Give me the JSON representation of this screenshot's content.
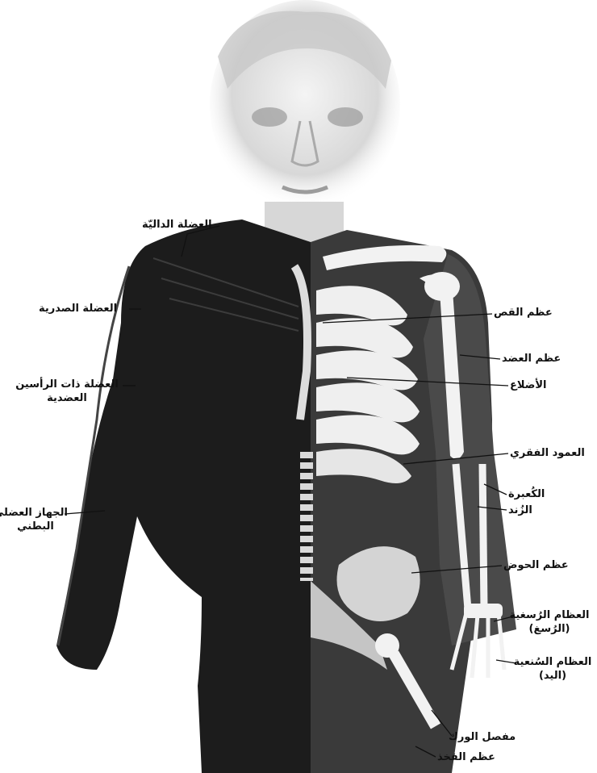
{
  "labels": {
    "deltoid": "العضلة الداليّة",
    "pectoral": "العضلة الصدرية",
    "biceps_line1": "العضلة ذات الرأسين",
    "biceps_line2": "العضدية",
    "abdominal_line1": "الجهاز العضلي",
    "abdominal_line2": "البطني",
    "sternum": "عظم القص",
    "humerus": "عظم العضد",
    "ribs": "الأضلاع",
    "spine": "العمود الفقري",
    "radius": "الكُعبرة",
    "ulna": "الزُند",
    "pelvis": "عظم الحوض",
    "carpals_line1": "العظام الرُسغية",
    "carpals_line2": "(الرُسغ)",
    "metacarpals_line1": "العظام السُنعية",
    "metacarpals_line2": "(اليد)",
    "hip_joint": "مفصل الورك",
    "femur": "عظم الفخذ"
  },
  "colors": {
    "muscle": "#1c1c1c",
    "bone": "#f2f2f2",
    "skin": "#5a5a5a"
  }
}
